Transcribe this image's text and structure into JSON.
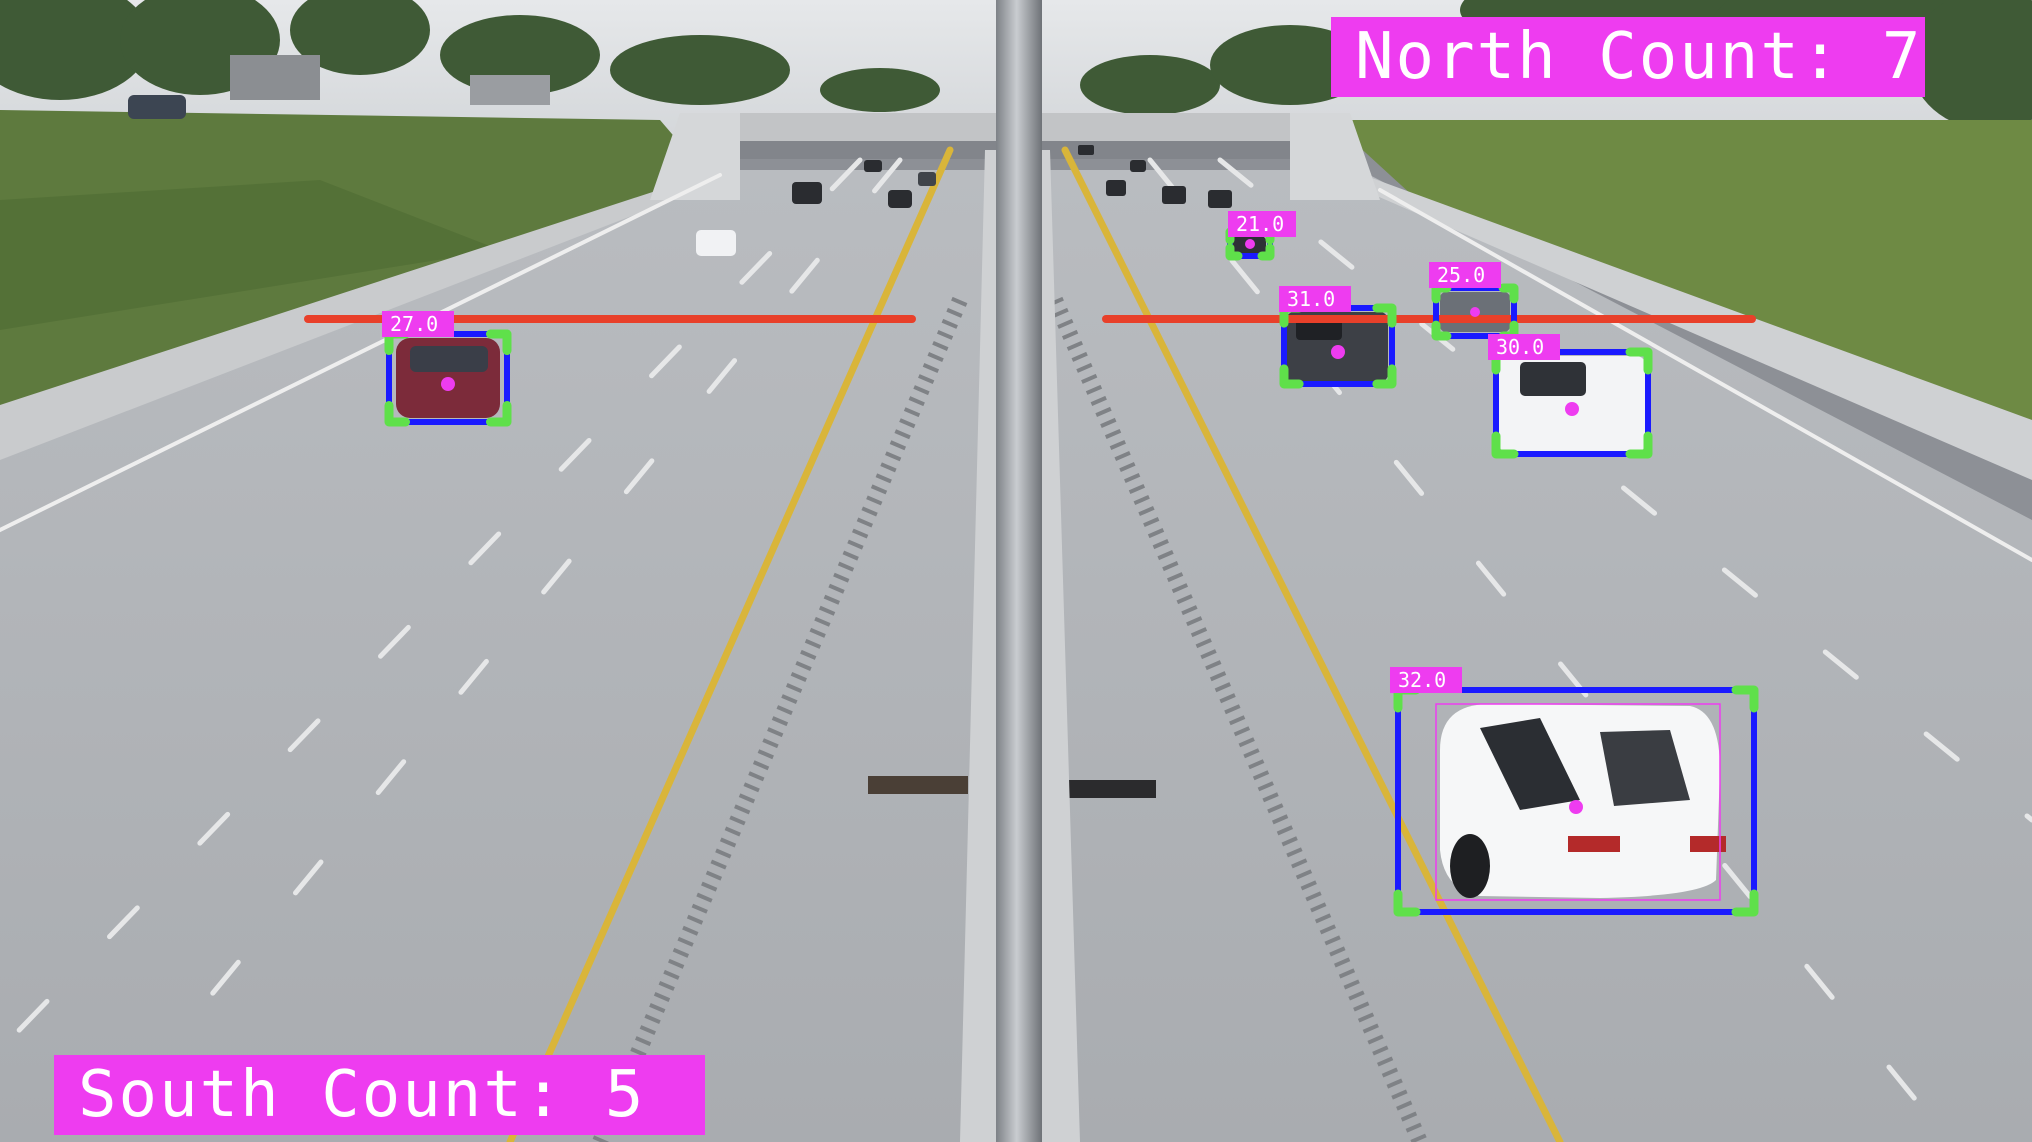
{
  "overlay": {
    "north_count_label": "North Count: 7",
    "south_count_label": "South Count: 5",
    "colors": {
      "banner": "#ee3cf0",
      "label_bg": "#ee3cf0",
      "box": "#1a1aff",
      "corner": "#5fe04a",
      "count_line": "#e8402a",
      "inner_box": "#ee3cf0"
    }
  },
  "detections": [
    {
      "name": "det-minivan-southbound",
      "speed_label": "27.0"
    },
    {
      "name": "det-far-northbound",
      "speed_label": "21.0"
    },
    {
      "name": "det-pickup-dark",
      "speed_label": "31.0"
    },
    {
      "name": "det-suv-far",
      "speed_label": "25.0"
    },
    {
      "name": "det-pickup-white",
      "speed_label": "30.0"
    },
    {
      "name": "det-sedan-white",
      "speed_label": "32.0"
    }
  ]
}
